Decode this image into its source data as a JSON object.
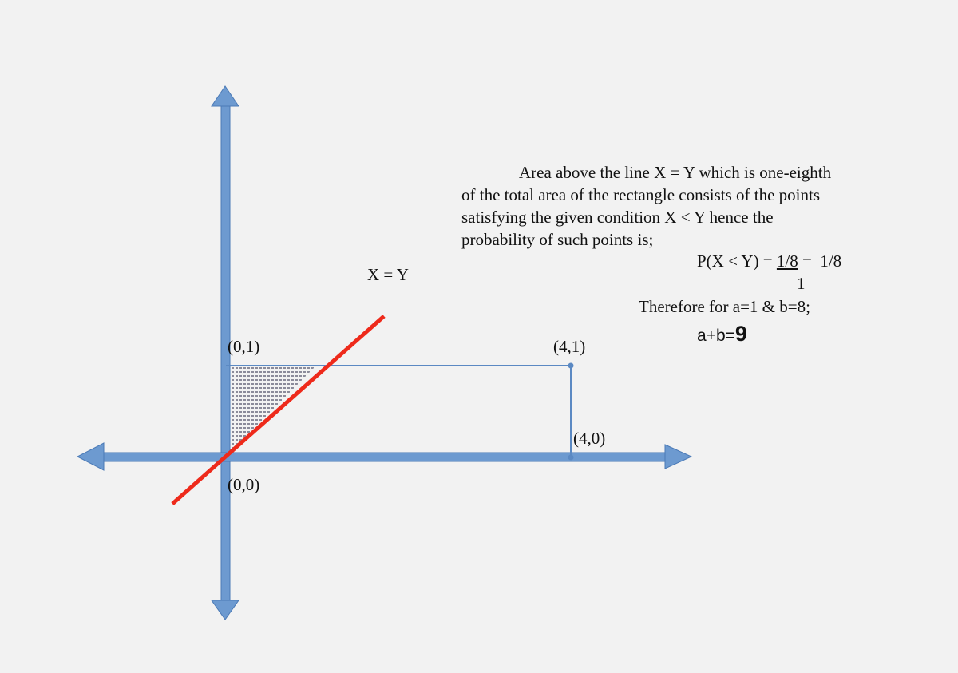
{
  "colors": {
    "axis": "#6d9ad0",
    "axis_stroke": "#4b7ab6",
    "rectangle": "#5b89c3",
    "diagonal": "#ee2a1b",
    "shading": "#7f7f90"
  },
  "labels": {
    "origin": "(0,0)",
    "point_0_1": "(0,1)",
    "point_4_1": "(4,1)",
    "point_4_0": "(4,0)",
    "line_eq": "X = Y"
  },
  "explanation": {
    "lines": [
      "Area above the line X = Y which is one-eighth",
      "of the total area of the rectangle consists of the points",
      "satisfying the given condition X < Y hence the",
      "probability of such points is;"
    ]
  },
  "probability": {
    "lhs": "P(X < Y) = ",
    "numerator": "1/8",
    "equals": " =  1/8",
    "denominator": "1"
  },
  "conclusion": {
    "therefore": "Therefore for a=1 & b=8;",
    "answer_prefix": "a+b=",
    "answer_value": "9"
  }
}
